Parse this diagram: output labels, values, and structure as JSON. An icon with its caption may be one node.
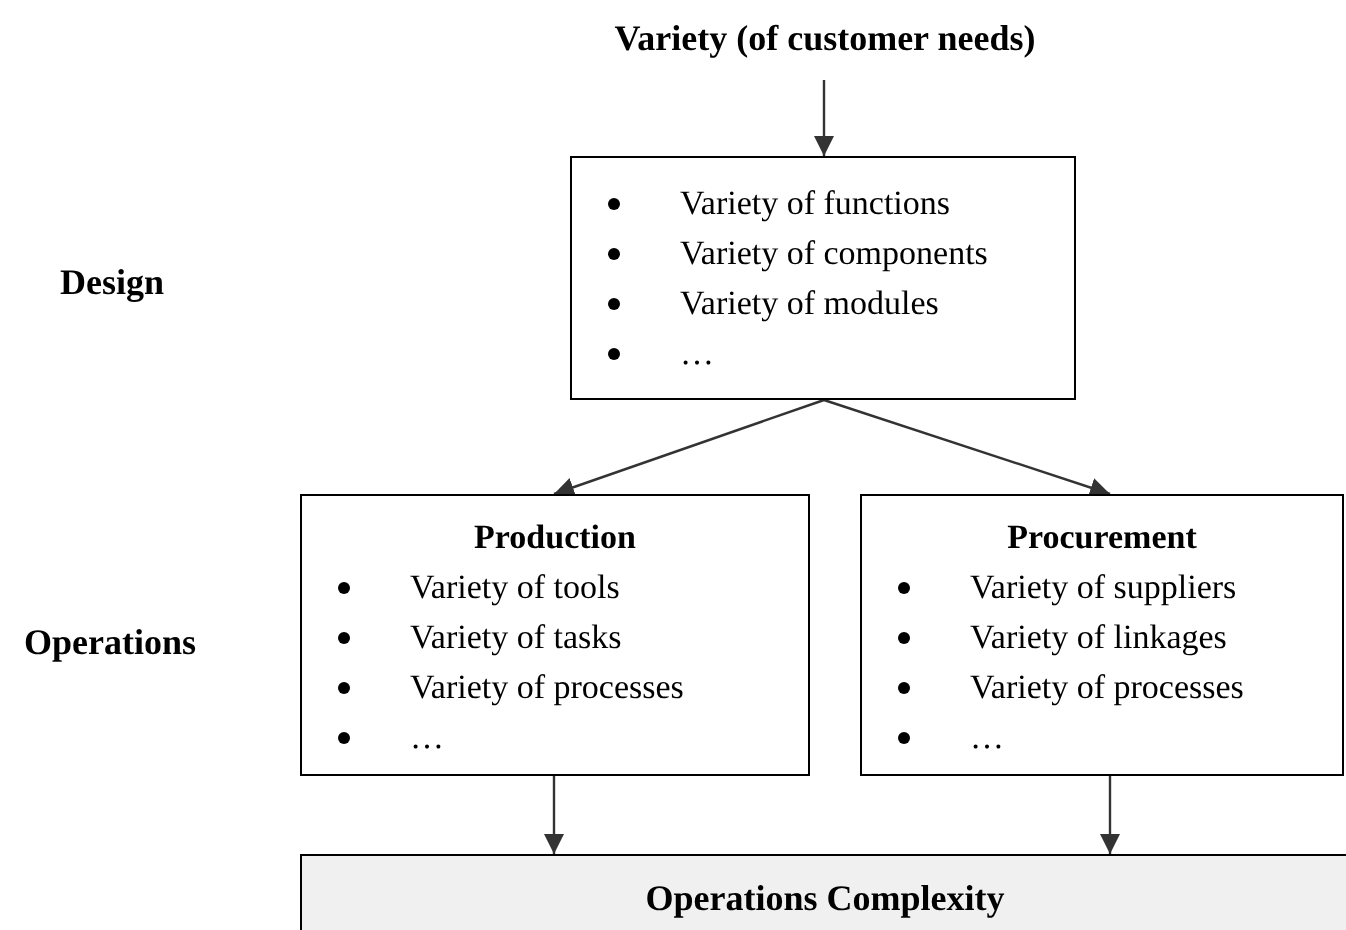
{
  "diagram": {
    "nodes": [
      {
        "text": [
          "Variety (of customer needs)"
        ]
      },
      {
        "text": [
          "Variety of functions",
          "Variety of components",
          "Variety of modules",
          "…"
        ]
      },
      {
        "text": [
          "Production",
          "Variety of tools",
          "Variety of tasks",
          "Variety of processes",
          "…"
        ]
      },
      {
        "text": [
          "Procurement",
          "Variety of suppliers",
          "Variety of linkages",
          "Variety of processes",
          "…"
        ]
      },
      {
        "text": [
          "Operations Complexity"
        ]
      }
    ],
    "edges": [
      {
        "from": 0,
        "to": 1,
        "arrow": "to"
      },
      {
        "from": 1,
        "to": 2,
        "arrow": "to"
      },
      {
        "from": 1,
        "to": 3,
        "arrow": "to"
      },
      {
        "from": 2,
        "to": 4,
        "arrow": "to"
      },
      {
        "from": 3,
        "to": 4,
        "arrow": "to"
      }
    ],
    "labels": [
      "Design",
      "Operations"
    ]
  }
}
